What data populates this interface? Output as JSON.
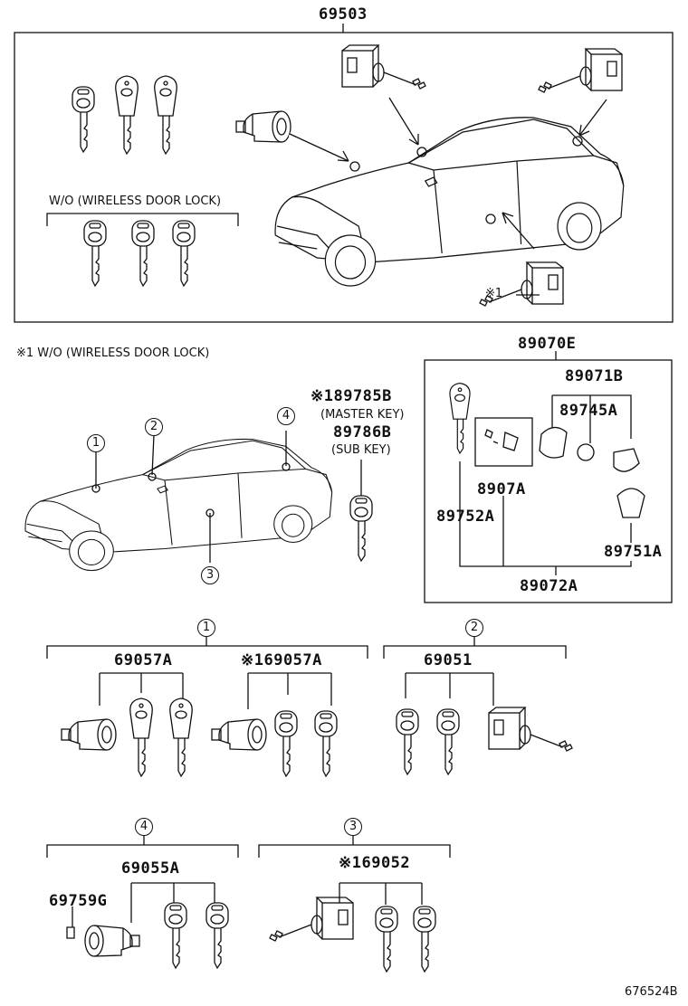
{
  "labels": {
    "assembly_main": "69503",
    "wo_wireless_top": "W/O (WIRELESS DOOR LOCK)",
    "note_mark": "※1",
    "note_text": "※1  W/O (WIRELESS DOOR LOCK)",
    "transmitter_assy": "89070E",
    "p89071B": "89071B",
    "p89745A": "89745A",
    "p8907A": "8907A",
    "p89752A": "89752A",
    "p89751A": "89751A",
    "p89072A": "89072A",
    "master_key_part": "※189785B",
    "master_key_desc": "(MASTER KEY)",
    "sub_key_part": "89786B",
    "sub_key_desc": "(SUB KEY)",
    "p69057A_a": "69057A",
    "p69057A_b": "※169057A",
    "p69051": "69051",
    "p69055A": "69055A",
    "p69759G": "69759G",
    "p69052": "※169052",
    "diagram_id": "676524B"
  },
  "callouts": [
    "1",
    "2",
    "3",
    "4"
  ]
}
